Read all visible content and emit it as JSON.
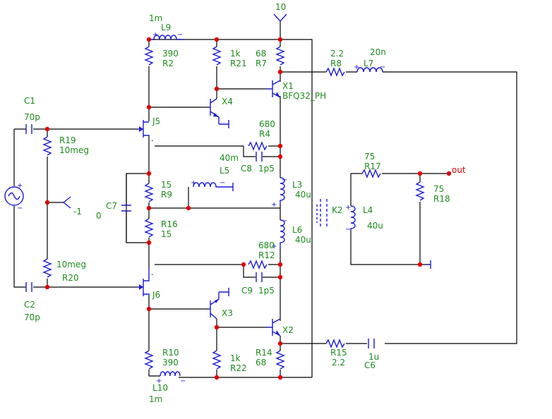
{
  "labels": {
    "supply": "10",
    "bias": "-1",
    "out": "out",
    "c7_value": "0",
    "dot": "."
  },
  "components": {
    "C1": {
      "name": "C1",
      "value": "70p"
    },
    "C2": {
      "name": "C2",
      "value": "70p"
    },
    "R19": {
      "name": "R19",
      "value": "10meg"
    },
    "R20": {
      "name": "R20",
      "value": "10meg"
    },
    "J5": {
      "name": "J5"
    },
    "J6": {
      "name": "J6"
    },
    "L9": {
      "name": "L9",
      "value": "1m"
    },
    "R2": {
      "name": "R2",
      "value": "390"
    },
    "R21": {
      "name": "R21",
      "value": "1k"
    },
    "R7": {
      "name": "R7",
      "value": "68"
    },
    "X1": {
      "name": "X1",
      "model": "BFQ32_PH"
    },
    "X4": {
      "name": "X4"
    },
    "R8": {
      "name": "R8",
      "value": "2.2"
    },
    "L7": {
      "name": "L7",
      "value": "20n"
    },
    "R4": {
      "name": "R4",
      "value": "680"
    },
    "C8": {
      "name": "C8",
      "value": "1p5"
    },
    "L5": {
      "name": "L5",
      "value": "40m"
    },
    "R9": {
      "name": "R9",
      "value": "15"
    },
    "C7": {
      "name": "C7",
      "value": "0"
    },
    "R16": {
      "name": "R16",
      "value": "15"
    },
    "L3": {
      "name": "L3",
      "value": "40u"
    },
    "L6": {
      "name": "L6",
      "value": "40u"
    },
    "K2": {
      "name": "K2"
    },
    "L4": {
      "name": "L4",
      "value": "40u"
    },
    "R17": {
      "name": "R17",
      "value": "75"
    },
    "R18": {
      "name": "R18",
      "value": "75"
    },
    "R12": {
      "name": "R12",
      "value": "680"
    },
    "C9": {
      "name": "C9",
      "value": "1p5"
    },
    "X3": {
      "name": "X3"
    },
    "X2": {
      "name": "X2"
    },
    "R15": {
      "name": "R15",
      "value": "2.2"
    },
    "C6": {
      "name": "C6",
      "value": "1u"
    },
    "R10": {
      "name": "R10",
      "value": "390"
    },
    "R22": {
      "name": "R22",
      "value": "1k"
    },
    "R14": {
      "name": "R14",
      "value": "68"
    },
    "L10": {
      "name": "L10",
      "value": "1m"
    }
  }
}
